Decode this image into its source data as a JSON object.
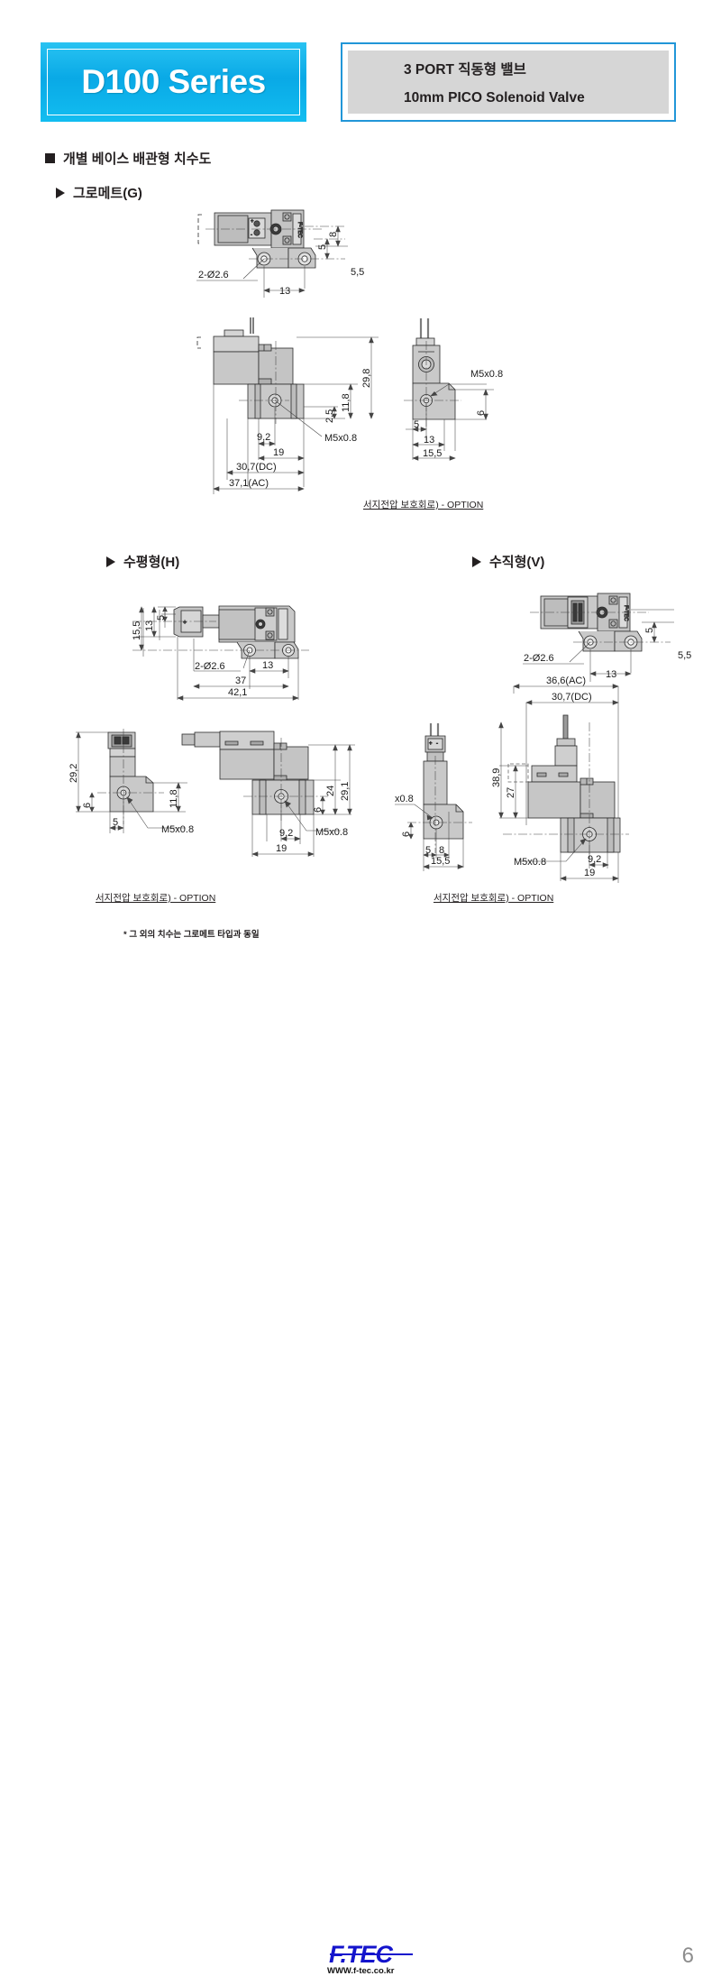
{
  "header": {
    "series_title": "D100 Series",
    "spec_line1": "3 PORT 직동형 밸브",
    "spec_line2": "10mm PICO Solenoid Valve",
    "accent_color": "#12bdf0",
    "box_border_color": "#2196d8",
    "box_fill_color": "#d6d6d6"
  },
  "section": {
    "main_heading": "개별 베이스 배관형 치수도",
    "grommet_heading": "그로메트(G)",
    "horizontal_heading": "수평형(H)",
    "vertical_heading": "수직형(V)"
  },
  "captions": {
    "grommet_option": "서지전압 보호회로) - OPTION",
    "horizontal_option": "서지전압 보호회로) - OPTION",
    "vertical_option": "서지전압 보호회로) - OPTION",
    "footnote": "* 그 외의 치수는 그로메트 타입과 동일"
  },
  "drawings": {
    "grommet_top": {
      "name": "grommet-top-view",
      "dims": [
        "2-Ø2.6",
        "13",
        "5,5",
        "5",
        "8"
      ],
      "valve_label": "F-TEC"
    },
    "grommet_front": {
      "name": "grommet-front-view",
      "dims": [
        "29,8",
        "11,8",
        "2,5",
        "9,2",
        "19",
        "30,7(DC)",
        "37,1(AC)",
        "M5x0.8"
      ]
    },
    "grommet_side": {
      "name": "grommet-side-view",
      "dims": [
        "M5x0.8",
        "6",
        "5",
        "13",
        "15,5"
      ]
    },
    "horizontal_top": {
      "name": "horizontal-top-view",
      "dims": [
        "15,5",
        "13",
        "5",
        "2-Ø2.6",
        "13",
        "37",
        "42,1"
      ]
    },
    "horizontal_side": {
      "name": "horizontal-side-view",
      "dims": [
        "29,2",
        "11,8",
        "6",
        "5",
        "M5x0.8"
      ]
    },
    "horizontal_front": {
      "name": "horizontal-front-view",
      "dims": [
        "29,1",
        "24",
        "6",
        "9,2",
        "19",
        "M5x0.8"
      ]
    },
    "vertical_top": {
      "name": "vertical-top-view",
      "dims": [
        "2-Ø2.6",
        "13",
        "5",
        "5,5"
      ],
      "valve_label": "F-TEC"
    },
    "vertical_side": {
      "name": "vertical-side-view",
      "dims": [
        "x0.8",
        "6",
        "5",
        "8",
        "15,5"
      ]
    },
    "vertical_front": {
      "name": "vertical-front-view",
      "dims": [
        "36,6(AC)",
        "30,7(DC)",
        "38,9",
        "27",
        "M5x0.8",
        "9,2",
        "19"
      ]
    }
  },
  "footer": {
    "logo": "F.TEC",
    "url": "WWW.f-tec.co.kr",
    "page_number": "6",
    "logo_color": "#1414cc"
  }
}
